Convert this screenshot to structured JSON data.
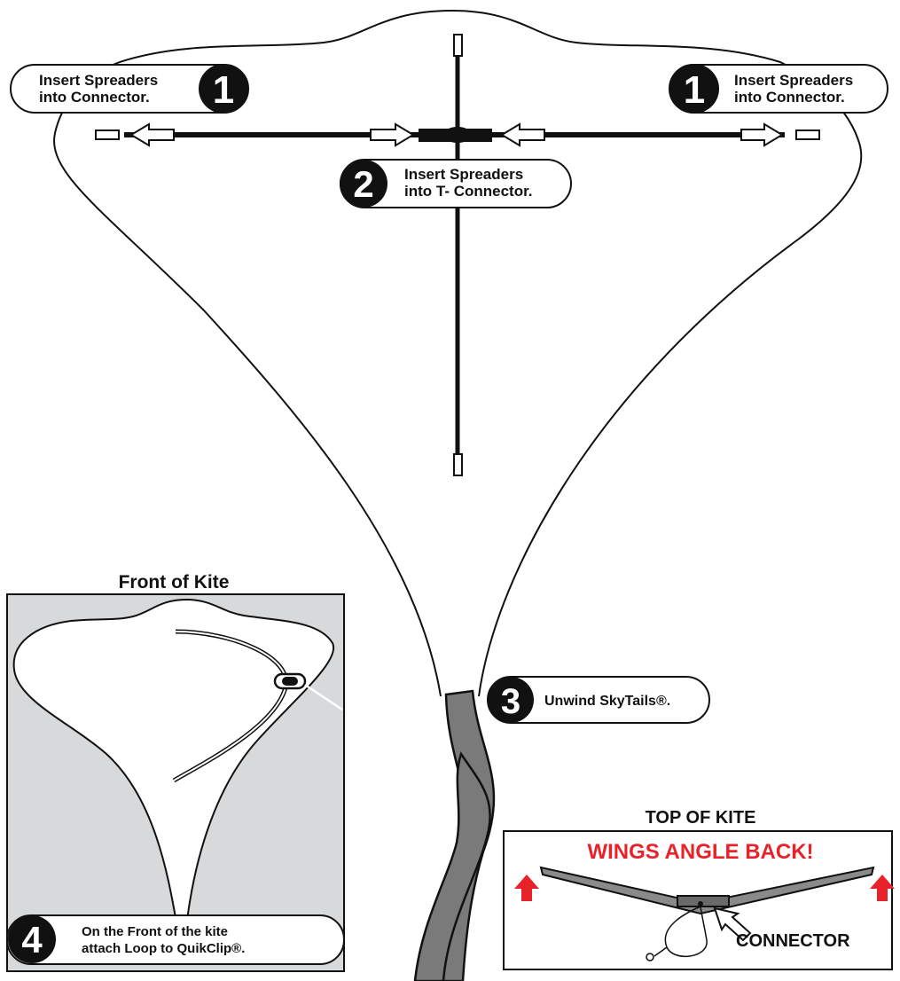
{
  "steps": {
    "step1_left": {
      "number": "1",
      "line1": "Insert Spreaders",
      "line2": "into Connector."
    },
    "step1_right": {
      "number": "1",
      "line1": "Insert Spreaders",
      "line2": "into Connector."
    },
    "step2": {
      "number": "2",
      "line1": "Insert Spreaders",
      "line2": "into T- Connector."
    },
    "step3": {
      "number": "3",
      "text": "Unwind SkyTails®."
    },
    "step4": {
      "number": "4",
      "line1": "On the Front of the kite",
      "line2": "attach Loop to QuikClip®."
    }
  },
  "front_panel": {
    "title": "Front of Kite"
  },
  "top_panel": {
    "title": "TOP OF KITE",
    "warning": "WINGS ANGLE BACK!",
    "connector_label": "CONNECTOR"
  },
  "colors": {
    "frame": "#1a1a1a",
    "panel_bg": "#d8d9db",
    "tail": "#7a7a7a",
    "warning": "#e8222a"
  }
}
